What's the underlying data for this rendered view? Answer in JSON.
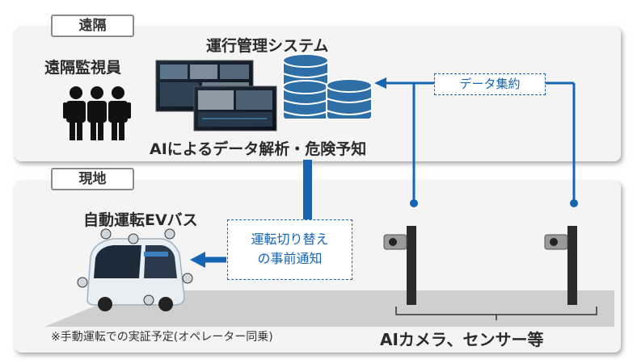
{
  "remote": {
    "tag": "遠隔",
    "operator_label": "遠隔監視員",
    "system_title": "運行管理システム",
    "analysis_label": "AIによるデータ解析・危険予知",
    "aggregation_label": "データ集約"
  },
  "site": {
    "tag": "現地",
    "bus_label": "自動運転EVバス",
    "notice_label_line1": "運転切り替え",
    "notice_label_line2": "の事前通知",
    "footnote": "※手動運転での実証予定(オペレーター同乗)",
    "sensors_label": "AIカメラ、センサー等"
  },
  "colors": {
    "accent_blue": "#1565b4",
    "db_blue": "#2e6fa8",
    "panel_bg": "#f4f4f4"
  }
}
